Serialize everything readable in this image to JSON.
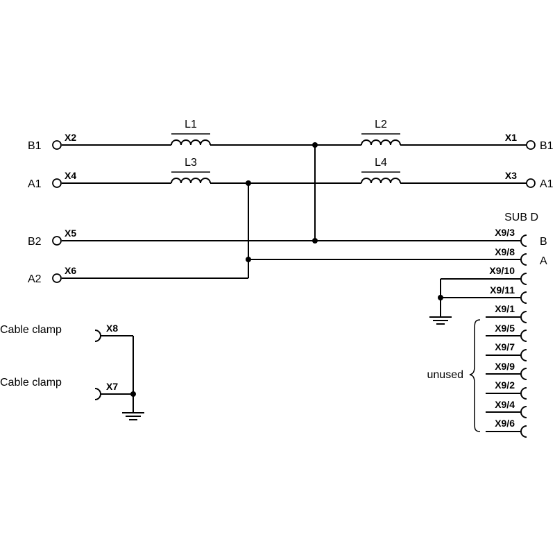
{
  "inductors": {
    "l1": "L1",
    "l2": "L2",
    "l3": "L3",
    "l4": "L4"
  },
  "left_signals": {
    "b1": "B1",
    "a1": "A1",
    "b2": "B2",
    "a2": "A2"
  },
  "left_terminals": {
    "x2": "X2",
    "x4": "X4",
    "x5": "X5",
    "x6": "X6"
  },
  "right_signals": {
    "b1": "B1",
    "a1": "A1"
  },
  "right_terminals": {
    "x1": "X1",
    "x3": "X3"
  },
  "sub_d": {
    "title": "SUB D",
    "b_label": "B",
    "a_label": "A",
    "pins": [
      "X9/3",
      "X9/8",
      "X9/10",
      "X9/11",
      "X9/1",
      "X9/5",
      "X9/7",
      "X9/9",
      "X9/2",
      "X9/4",
      "X9/6"
    ],
    "unused_label": "unused"
  },
  "cable_clamps": {
    "clamp_label_1": "Cable clamp",
    "clamp_label_2": "Cable clamp",
    "x8": "X8",
    "x7": "X7"
  }
}
